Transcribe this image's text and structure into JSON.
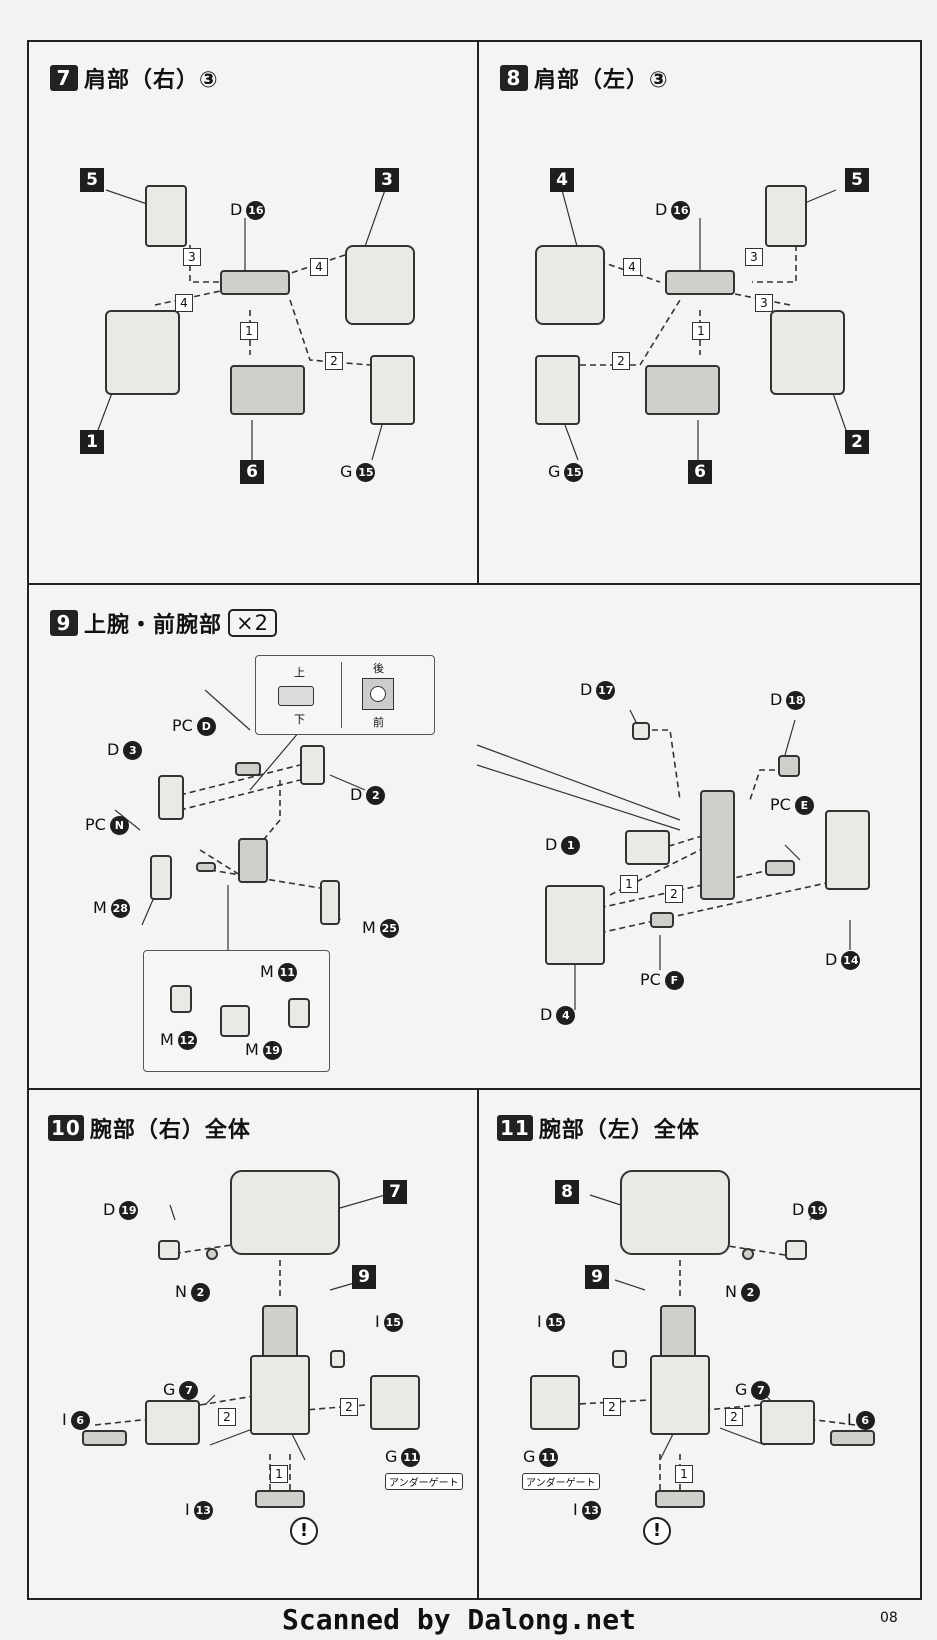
{
  "sections": {
    "s7": {
      "num": "7",
      "title": "肩部（右）③"
    },
    "s8": {
      "num": "8",
      "title": "肩部（左）③"
    },
    "s9": {
      "num": "9",
      "title": "上腕・前腕部",
      "qty": "×2"
    },
    "s10": {
      "num": "10",
      "title": "腕部（右）全体"
    },
    "s11": {
      "num": "11",
      "title": "腕部（左）全体"
    }
  },
  "labels": {
    "D": "D",
    "G": "G",
    "M": "M",
    "PC": "PC",
    "N": "N",
    "I": "I",
    "n1": "1",
    "n2": "2",
    "n3": "3",
    "n4": "4",
    "n5": "5",
    "n6": "6",
    "n7": "7",
    "n8": "8",
    "n9": "9",
    "c1": "1",
    "c2": "2",
    "c3": "3",
    "c4": "4",
    "c6": "6",
    "c7": "7",
    "c11": "11",
    "c12": "12",
    "c13": "13",
    "c14": "14",
    "c15": "15",
    "c16": "16",
    "c17": "17",
    "c18": "18",
    "c19": "19",
    "c25": "25",
    "c28": "28",
    "cD": "D",
    "cE": "E",
    "cF": "F",
    "cN": "N"
  },
  "inset_pc": {
    "top": "上",
    "bottom": "下",
    "back": "後",
    "front": "前"
  },
  "under_gate": "アンダーゲート",
  "caution": "!",
  "footer": "Scanned by Dalong.net",
  "page_number": "08"
}
